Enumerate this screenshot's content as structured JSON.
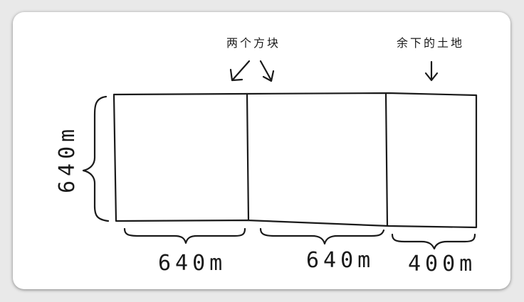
{
  "annotations": {
    "two_squares": "两个方块",
    "remaining_land": "余下的土地"
  },
  "dimensions": {
    "height": "640m",
    "width_square_1": "640m",
    "width_square_2": "640m",
    "width_remaining": "400m"
  }
}
